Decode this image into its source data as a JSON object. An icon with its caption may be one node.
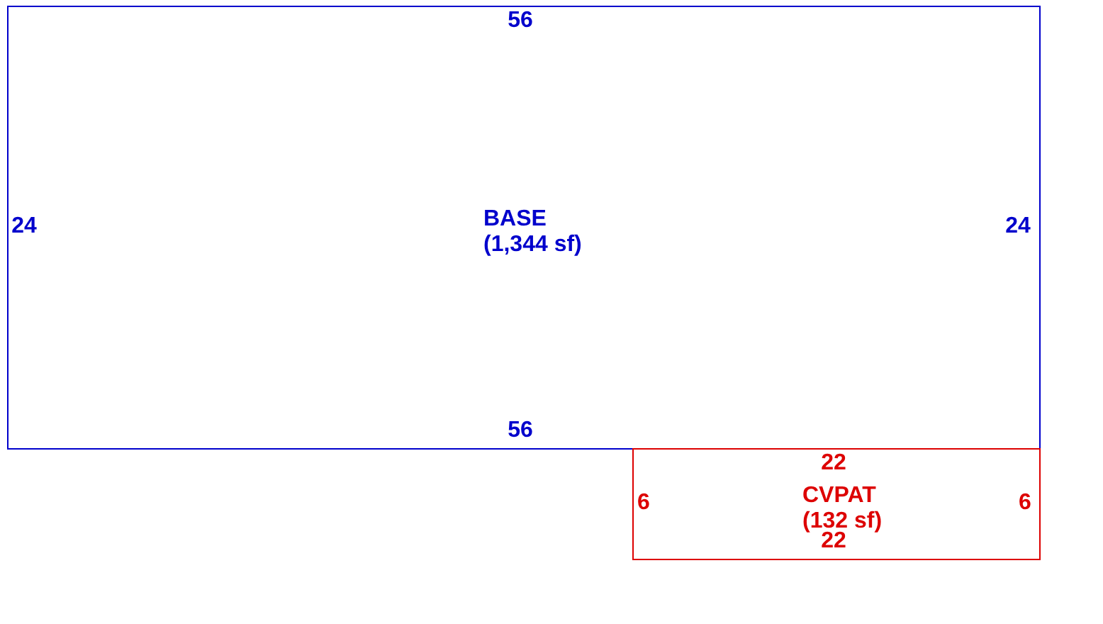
{
  "diagram": {
    "nodes": [
      {
        "text": [
          "BASE",
          "(1,344 sf)"
        ]
      },
      {
        "text": [
          "CVPAT",
          "(132 sf)"
        ]
      }
    ],
    "labels": [
      "56",
      "24",
      "24",
      "56",
      "22",
      "6",
      "6",
      "22"
    ]
  }
}
